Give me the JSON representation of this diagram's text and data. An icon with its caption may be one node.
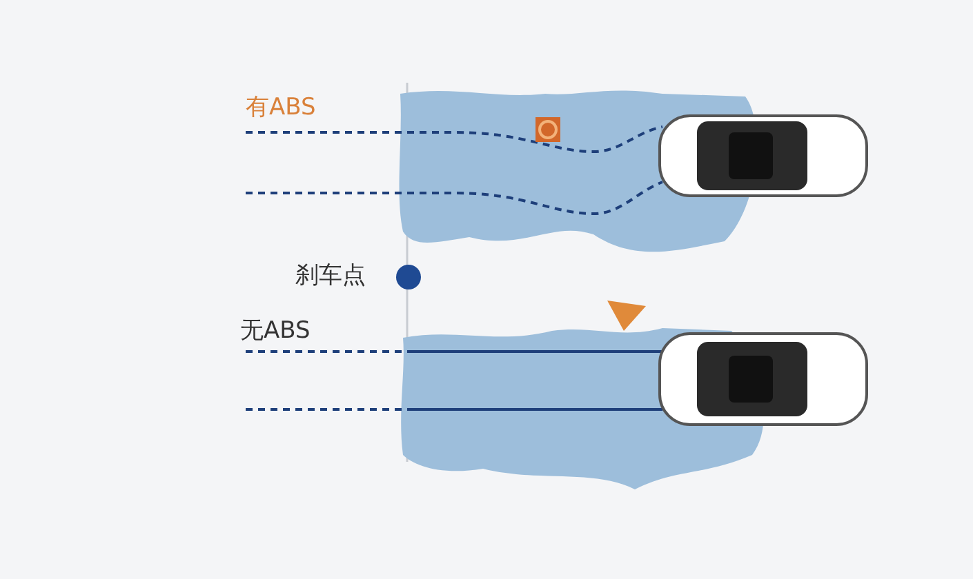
{
  "diagram": {
    "labels": [
      "有ABS",
      "刹车点",
      "无ABS"
    ]
  }
}
